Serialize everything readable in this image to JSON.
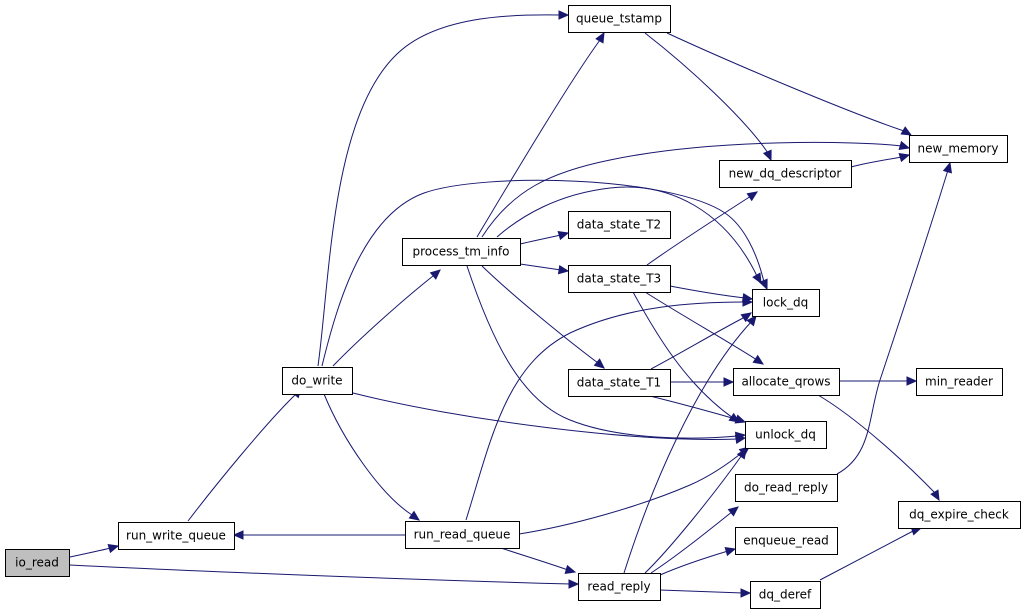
{
  "graph": {
    "nodes": [
      {
        "id": "io_read",
        "label": "io_read",
        "root": true
      },
      {
        "id": "run_write_queue",
        "label": "run_write_queue"
      },
      {
        "id": "do_write",
        "label": "do_write"
      },
      {
        "id": "process_tm_info",
        "label": "process_tm_info"
      },
      {
        "id": "queue_tstamp",
        "label": "queue_tstamp"
      },
      {
        "id": "data_state_T2",
        "label": "data_state_T2"
      },
      {
        "id": "data_state_T3",
        "label": "data_state_T3"
      },
      {
        "id": "data_state_T1",
        "label": "data_state_T1"
      },
      {
        "id": "run_read_queue",
        "label": "run_read_queue"
      },
      {
        "id": "read_reply",
        "label": "read_reply"
      },
      {
        "id": "new_dq_descriptor",
        "label": "new_dq_descriptor"
      },
      {
        "id": "new_memory",
        "label": "new_memory"
      },
      {
        "id": "lock_dq",
        "label": "lock_dq"
      },
      {
        "id": "allocate_qrows",
        "label": "allocate_qrows"
      },
      {
        "id": "min_reader",
        "label": "min_reader"
      },
      {
        "id": "unlock_dq",
        "label": "unlock_dq"
      },
      {
        "id": "do_read_reply",
        "label": "do_read_reply"
      },
      {
        "id": "enqueue_read",
        "label": "enqueue_read"
      },
      {
        "id": "dq_deref",
        "label": "dq_deref"
      },
      {
        "id": "dq_expire_check",
        "label": "dq_expire_check"
      }
    ],
    "edges": [
      {
        "from": "io_read",
        "to": "run_write_queue"
      },
      {
        "from": "io_read",
        "to": "read_reply"
      },
      {
        "from": "run_write_queue",
        "to": "do_write"
      },
      {
        "from": "do_write",
        "to": "queue_tstamp"
      },
      {
        "from": "do_write",
        "to": "process_tm_info"
      },
      {
        "from": "do_write",
        "to": "run_read_queue"
      },
      {
        "from": "do_write",
        "to": "unlock_dq"
      },
      {
        "from": "do_write",
        "to": "lock_dq"
      },
      {
        "from": "process_tm_info",
        "to": "queue_tstamp"
      },
      {
        "from": "process_tm_info",
        "to": "new_memory"
      },
      {
        "from": "process_tm_info",
        "to": "data_state_T2"
      },
      {
        "from": "process_tm_info",
        "to": "data_state_T3"
      },
      {
        "from": "process_tm_info",
        "to": "data_state_T1"
      },
      {
        "from": "process_tm_info",
        "to": "lock_dq"
      },
      {
        "from": "process_tm_info",
        "to": "unlock_dq"
      },
      {
        "from": "queue_tstamp",
        "to": "new_dq_descriptor"
      },
      {
        "from": "queue_tstamp",
        "to": "new_memory"
      },
      {
        "from": "new_dq_descriptor",
        "to": "new_memory"
      },
      {
        "from": "data_state_T3",
        "to": "new_dq_descriptor"
      },
      {
        "from": "data_state_T3",
        "to": "lock_dq"
      },
      {
        "from": "data_state_T3",
        "to": "allocate_qrows"
      },
      {
        "from": "data_state_T3",
        "to": "unlock_dq"
      },
      {
        "from": "data_state_T1",
        "to": "lock_dq"
      },
      {
        "from": "data_state_T1",
        "to": "allocate_qrows"
      },
      {
        "from": "data_state_T1",
        "to": "unlock_dq"
      },
      {
        "from": "allocate_qrows",
        "to": "min_reader"
      },
      {
        "from": "allocate_qrows",
        "to": "dq_expire_check"
      },
      {
        "from": "run_read_queue",
        "to": "run_write_queue"
      },
      {
        "from": "run_read_queue",
        "to": "lock_dq"
      },
      {
        "from": "run_read_queue",
        "to": "unlock_dq"
      },
      {
        "from": "run_read_queue",
        "to": "read_reply"
      },
      {
        "from": "read_reply",
        "to": "lock_dq"
      },
      {
        "from": "read_reply",
        "to": "unlock_dq"
      },
      {
        "from": "read_reply",
        "to": "do_read_reply"
      },
      {
        "from": "read_reply",
        "to": "enqueue_read"
      },
      {
        "from": "read_reply",
        "to": "dq_deref"
      },
      {
        "from": "do_read_reply",
        "to": "new_memory"
      },
      {
        "from": "dq_deref",
        "to": "dq_expire_check"
      }
    ]
  },
  "colors": {
    "edge": "#191970",
    "node_border": "#000000",
    "node_fill": "#ffffff",
    "root_fill": "#bfbfbf"
  }
}
